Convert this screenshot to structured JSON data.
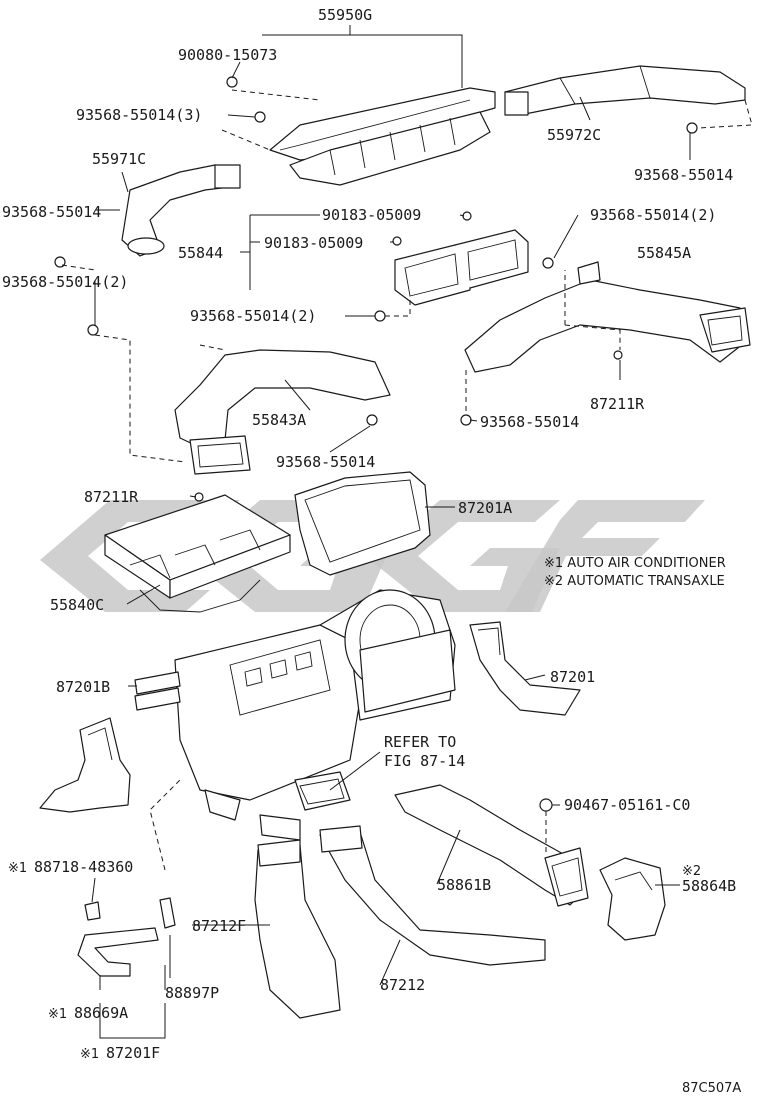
{
  "diagram": {
    "parts": {
      "p55950G": "55950G",
      "p90080": "90080-15073",
      "p93568_3": "93568-55014(3)",
      "p55972C": "55972C",
      "p93568_r1": "93568-55014",
      "p55971C": "55971C",
      "p93568_l1": "93568-55014",
      "p90183a": "90183-05009",
      "p90183b": "90183-05009",
      "p55844": "55844",
      "p93568_2a": "93568-55014(2)",
      "p55845A": "55845A",
      "p93568_2b": "93568-55014(2)",
      "p93568_2c": "93568-55014(2)",
      "p87211R_a": "87211R",
      "p93568_r2": "93568-55014",
      "p55843A": "55843A",
      "p93568_c": "93568-55014",
      "p87211R_b": "87211R",
      "p87201A": "87201A",
      "p55840C": "55840C",
      "p87201": "87201",
      "p87201B": "87201B",
      "refer1": "REFER TO",
      "refer2": "FIG 87-14",
      "p90467": "90467-05161-C0",
      "p58861B": "58861B",
      "p58864B": "58864B",
      "p88718": "88718-48360",
      "p87212F": "87212F",
      "p88897P": "88897P",
      "p87212": "87212",
      "p88669A": "88669A",
      "p87201F": "87201F"
    },
    "marks": {
      "m1": "※1",
      "m2": "※2"
    },
    "notes": {
      "note1": "※1 AUTO AIR CONDITIONER",
      "note2": "※2 AUTOMATIC TRANSAXLE"
    },
    "figure_code": "87C507A"
  }
}
